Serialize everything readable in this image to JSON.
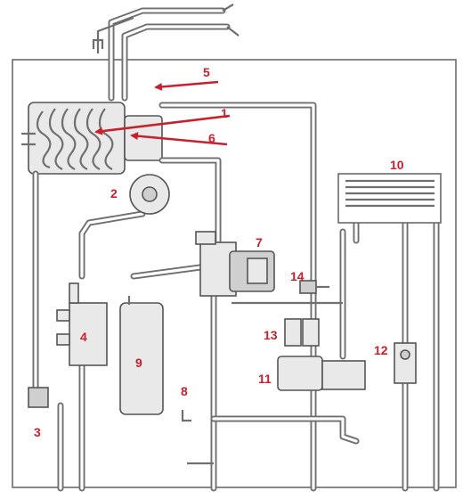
{
  "labels": {
    "l1": "1",
    "l2": "2",
    "l3": "3",
    "l4": "4",
    "l5": "5",
    "l6": "6",
    "l7": "7",
    "l8": "8",
    "l9": "9",
    "l10": "10",
    "l11": "11",
    "l12": "12",
    "l13": "13",
    "l14": "14"
  },
  "colors": {
    "label": "#c8202e",
    "pipe": "#6f6f6f",
    "component": "#e9e9e9"
  }
}
